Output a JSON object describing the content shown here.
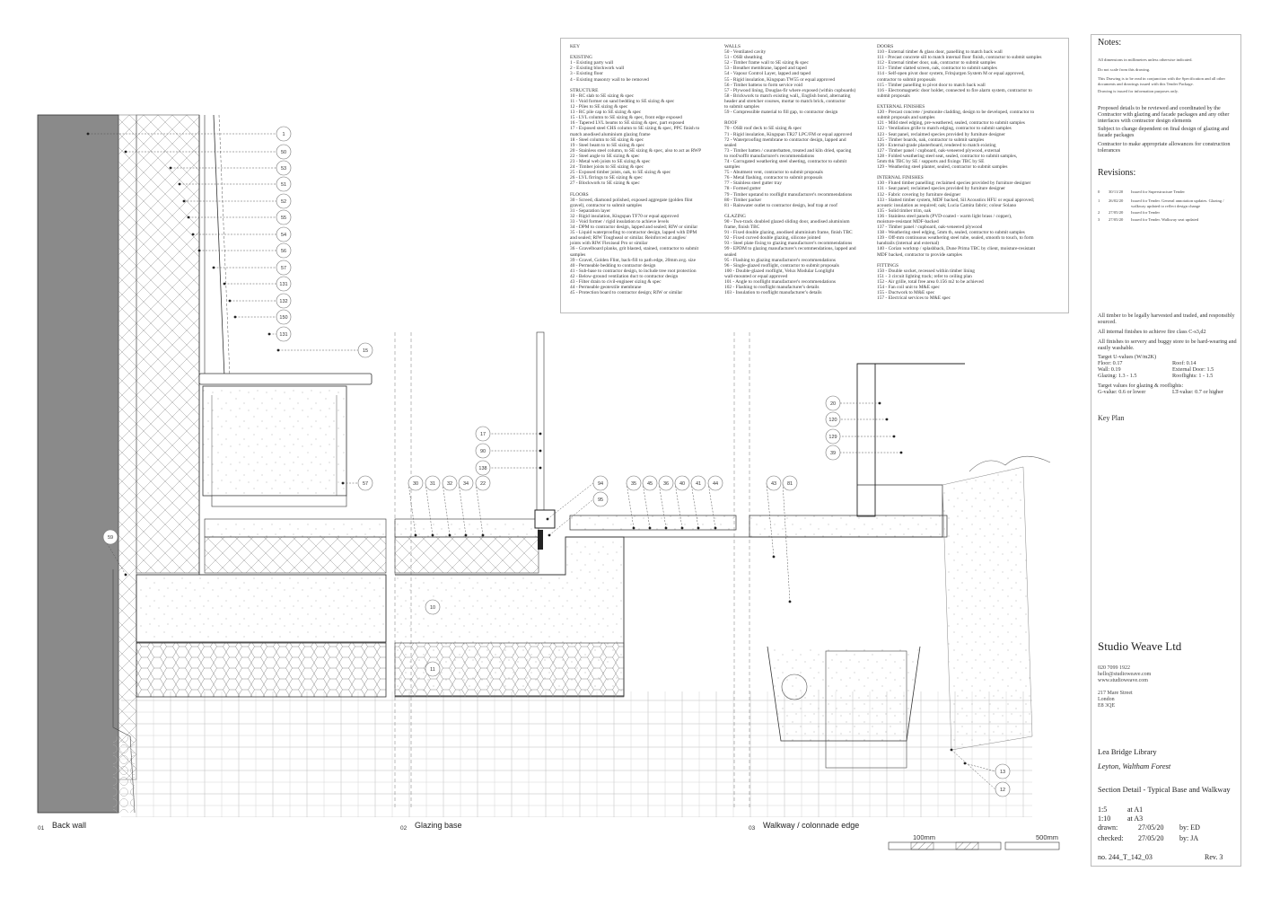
{
  "key": {
    "col1": "KEY\n\nEXISTING\n1 - Existing party wall\n2 - Existing blockwork wall\n3 - Existing floor\n4 - Existing masonry wall to be removed\n\nSTRUCTURE\n10 - RC slab to SE sizing & spec\n11 - Void former on sand bedding to SE sizing & spec\n12 - Piles to SE sizing & spec\n13 - RC pile cap to SE sizing & spec\n15 - LVL column to SE sizing & spec, front edge exposed\n16 - Tapered LVL beams to SE sizing & spec, part exposed\n17 - Exposed steel CHS column to SE sizing & spec, PPC finish to\n     match anodised aluminium glazing frame\n18 - Steel column to SE sizing & spec\n19 - Steel beam to to SE sizing & spec\n20 - Stainless steel column, to SE sizing & spec, also to act as RWP\n22 - Steel angle to SE sizing & spec\n23 - Metal web joists to SE sizing & spec\n24 - Timber joists to SE sizing & spec\n25 - Exposed timber joists, oak, to SE sizing & spec\n26 - LVL firrings to SE sizing & spec\n27 - Blockwork to SE sizing & spec\n\nFLOORS\n30 - Screed, diamond polished, exposed aggregate (golden flint\n     gravel), contractor to submit samples\n31 - Separation layer\n32 - Rigid insulation, Kingspan TF70 or equal approved\n33 - Void former / rigid insulation to achieve levels\n34 - DPM to contractor design, lapped and sealed; RIW or similar\n35 - Liquid waterproofing to contractor design, lapped with DPM\n     and sealed; RIW Toughseal or similar. Reinforced at angles/\n     joints with RIW Flexiseal Pro or similar\n36 - Gravelboard planks, grit blasted, stained, contractor to submit\n     samples\n39 - Gravel, Golden Flint, back-fill to path edge, 20mm avg. size\n40 - Permeable bedding to contractor design\n41 - Sub-base to contractor design, to include tree root protection\n42 - Below-ground ventilation duct to contractor design\n43 - Filter drain to civil-engineer sizing & spec\n44 - Permeable geotextile membrane\n45 - Protection board to contractor design; RIW or similar",
    "col2": "WALLS\n50 - Ventilated cavity\n51 - OSB sheathing\n52 - Timber frame wall to SE sizing & spec\n53 - Breather membrane, lapped and taped\n54 - Vapour Control Layer, lapped and taped\n55 - Rigid insulation, Kingspan TW55 or equal approved\n56 - Timber battens to form service void\n57 - Plywood lining, Douglas-fir where exposed (within cupboards)\n58 - Brickwork to match existing wall,, English bond, alternating\n     header and stretcher courses, mortar to match brick, contractor\n     to submit samples\n59 - Compressible material to fill gap, to contractor design\n\nROOF\n70 - OSB roof deck to SE sizing & spec\n71 - Rigid insulation, Kingspan TR27 LPC/FM or equal approved\n72 - Waterproofing membrane to contractor design, lapped and\n     sealed\n73 - Timber batten / counterbatten, treated and kiln dried, spacing\n     to roof/soffit manufacturer's recommendations\n74 - Corrugated weathering steel sheeting, contractor to submit\n     samples\n75 - Abutment vent, contractor to submit proposals\n76 - Metal flashing, contractor to submit proposals\n77 - Stainless steel gutter tray\n78 - Formed gutter\n79 - Timber upstand to rooflight manufacturer's recommendations\n80 - Timber packer\n81 - Rainwater outlet to contractor design, leaf trap at roof\n\nGLAZING\n90 - Two-track doubled glazed sliding door, anodised aluminium\n     frame, finish TBC\n91 - Fixed double glazing, anodised aluminium frame, finish TBC\n92 - Fixed curved double glazing, silicone jointed\n93 - Steel plate fixing to glazing manufacturer's recommendations\n99 - EPDM to glazing manufacturer's recommendations, lapped and\n     sealed\n95 - Flashing to glazing manufacturer's recommendations\n96 - Single-glazed rooflight, contractor to submit proposals\n100 - Double-glazed rooflight, Velux Modular Longlight\n      wall-mounted or equal approved\n101 - Angle to rooflight manufacturer's recommendations\n102 - Flashing to rooflight manufacturer's details\n103 - Insulation to rooflight manufacturer's details",
    "col3": "DOORS\n110 - External timber & glass door, panelling to match back wall\n111 - Precast concrete sill to match internal floor finish, contractor to submit samples\n112 - External timber door, oak, contractor to submit samples\n113 - Timber slatted screen, oak, contractor to submit samples\n114 - Self-open pivot door system, Fritsjurgen System M or equal approved,\n      contractor to submit proposals\n115 - Timber panelling to pivot door to match back wall\n116 - Electromagnetic door holder, connected to fire alarm system, contractor to\n      submit proposals\n\nEXTERNAL FINISHES\n120 - Precast concrete / jesmonite cladding, design to be developed, contractor to\n      submit proposals and samples\n121 - Mild steel edging, pre-weathered, sealed, contractor to submit samples\n122 - Ventilation grille to match edging, contractor to submit samples\n123 - Seat panel, reclaimed species provided by furniture designer\n125 - Timber boards, oak, contractor to submit samples\n126 - External-grade plasterboard, rendered to match existing\n127 - Timber panel / cupboard, oak-veneered plywood, external\n128 - Folded weathering steel seat, sealed, contractor to submit samples,\n      5mm thk TBC by SE / supports and fixings TBC by SE\n129 - Weathering steel planter, sealed, contractor to submit samples\n\nINTERNAL FINISHES\n130 - Fluted timber panelling; reclaimed species provided by furniture designer\n131 - Seat panel; reclaimed species provided by furniture designer\n132 - Fabric covering by furniture designer\n133 - Slatted timber system, MDF backed, Sil Acoustics HFU or equal approved;\n      acoustic insulation as required; oak; Lucia Camira fabric; colour Solano\n135 - Solid timber trim, oak\n136 - Stainless steel panels (PVD-coated - warm light brass / copper),\n      moisture-resistant MDF-backed\n137 - Timber panel / cupboard, oak-veneered plywood\n138 - Weathering steel edging, 5mm th, sealed, contractor to submit samples\n139 - Off-mm continuous weathering steel tube, sealed, smooth to touch, to form\n      handrails (internal and external)\n140 - Corian worktop / splashback, Dune Prima TBC by client, moisture-resistant\n      MDF backed, contractor to provide samples\n\nFITTINGS\n150 - Double socket, recessed within timber lining\n151 - 3 circuit lighting track; refer to ceiling plan\n152 - Air grille, total free area 0.156 m2 to be achieved\n154 - Fan coil unit to M&E spec\n155 - Ductwork to M&E spec\n157 - Electrical services to M&E spec"
  },
  "notes": {
    "title": "Notes:",
    "small": [
      "All dimensions in millimetres unless otherwise indicated.",
      "Do not scale from this drawing.",
      "This Drawing is to be read in conjunction with the Specification and all other documents and drawings issued with this Tender Package.",
      "Drawing is issued for information purposes only."
    ],
    "p1": "Proposed details to be reviewed and coordinated by the Contractor with glazing and facade packages and any other interfaces with contractor design elements",
    "p2": "Subject to change dependent on final design of glazing and facade packages",
    "p3": "Contractor to make appropriate allowances for construction tolerances"
  },
  "revisions": {
    "title": "Revisions:",
    "rows": [
      {
        "rev": "0",
        "date": "30/11/20",
        "desc": "Issued for Superstructure Tender"
      },
      {
        "rev": "1",
        "date": "26/02/20",
        "desc": "Issued for Tender. General annotation updates. Glazing / walkway updated to reflect design change"
      },
      {
        "rev": "2",
        "date": "27/05/20",
        "desc": "Issued for Tender"
      },
      {
        "rev": "3",
        "date": "27/05/20",
        "desc": "Issued for Tender. Walkway seat updated"
      }
    ]
  },
  "general": {
    "timber": "All timber to be legally harvested and traded, and responsibly sourced.",
    "fire": "All internal finishes to achieve fire class C-s3,d2",
    "servery": "All finishes to servery and buggy store to be hard-wearing and easily washable.",
    "uvalues": "Target U-values (W/m2K)",
    "floor": "Floor: 0.17",
    "wall": "Wall: 0.19",
    "glazing": "Glazing: 1.3 - 1.5",
    "roof": "Roof: 0.14",
    "door": "External Door: 1.5",
    "rooflights": "Rooflights: 1 - 1.5",
    "targets": "Target values for glazing & rooflights:",
    "gvalue": "G-value: 0.6 or lower",
    "ltvalue": "LT-value: 0.7 or higher"
  },
  "keyplan": {
    "title": "Key Plan"
  },
  "studio": {
    "name": "Studio Weave Ltd",
    "contact": "020 7099 1922\nhello@studioweave.com\nwww.studioweave.com",
    "address": "217 Mare Street\nLondon\nE8 3QE"
  },
  "project": {
    "name": "Lea Bridge Library",
    "location": "Leyton, Waltham Forest",
    "title": "Section Detail - Typical Base and Walkway"
  },
  "titleblock": {
    "scale1": "1:5",
    "scale1_at": "at A1",
    "scale2": "1:10",
    "scale2_at": "at A3",
    "drawn_label": "drawn:",
    "drawn_date": "27/05/20",
    "drawn_by": "by: ED",
    "checked_label": "checked:",
    "checked_date": "27/05/20",
    "checked_by": "by: JA",
    "drawing_no": "no. 244_T_142_03",
    "rev": "Rev. 3"
  },
  "views": [
    {
      "num": "01",
      "label": "Back wall"
    },
    {
      "num": "02",
      "label": "Glazing base"
    },
    {
      "num": "03",
      "label": "Walkway / colonnade edge"
    }
  ],
  "scalebar": {
    "left": "100mm",
    "right": "500mm"
  },
  "tags": {
    "wall": [
      "1",
      "50",
      "53",
      "51",
      "52",
      "55",
      "54",
      "56",
      "57",
      "131",
      "132",
      "150",
      "131"
    ],
    "t15": "15",
    "t59": "59",
    "t57": "57",
    "t10": "10",
    "t11": "11",
    "glazing_top": [
      "17",
      "90",
      "138"
    ],
    "floor_row": [
      "30",
      "31",
      "32",
      "34",
      "22"
    ],
    "t94": "94",
    "t95": "95",
    "walk_row": [
      "35",
      "45",
      "36",
      "40",
      "41",
      "44"
    ],
    "t43": "43",
    "t81": "81",
    "edge": [
      "20",
      "120",
      "129",
      "39"
    ],
    "t13": "13",
    "t12": "12"
  },
  "colors": {
    "line": "#333333",
    "hatch": "#777777",
    "grey_wall": "#8a8a8a",
    "red_marker": "#e02020"
  }
}
